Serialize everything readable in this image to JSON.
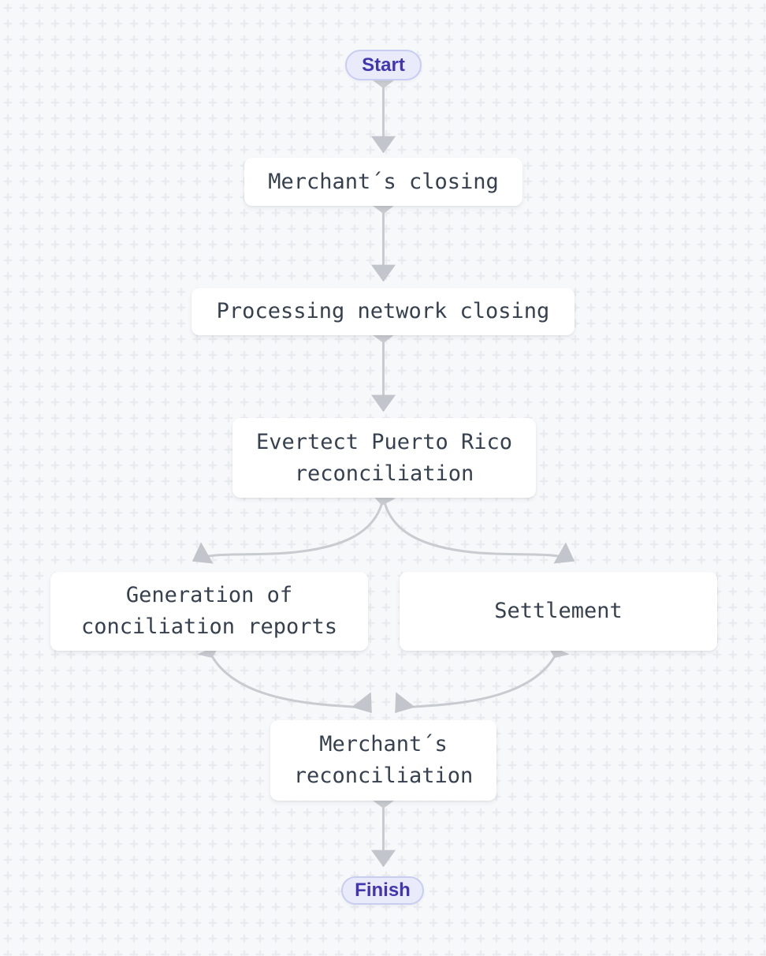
{
  "diagram": {
    "type": "flowchart",
    "direction": "top-down",
    "nodes": {
      "start": {
        "label": "Start",
        "shape": "pill"
      },
      "merchant_closing": {
        "label": "Merchant´s closing",
        "shape": "box"
      },
      "processing_network_closing": {
        "label": "Processing network closing",
        "shape": "box"
      },
      "evertect_reconciliation": {
        "label": "Evertect Puerto Rico reconciliation",
        "shape": "box"
      },
      "generation_reports": {
        "label": "Generation of conciliation reports",
        "shape": "box"
      },
      "settlement": {
        "label": "Settlement",
        "shape": "box"
      },
      "merchant_reconciliation": {
        "label": "Merchant´s reconciliation",
        "shape": "box"
      },
      "finish": {
        "label": "Finish",
        "shape": "pill"
      }
    },
    "edges": [
      {
        "from": "start",
        "to": "merchant_closing"
      },
      {
        "from": "merchant_closing",
        "to": "processing_network_closing"
      },
      {
        "from": "processing_network_closing",
        "to": "evertect_reconciliation"
      },
      {
        "from": "evertect_reconciliation",
        "to": "generation_reports"
      },
      {
        "from": "evertect_reconciliation",
        "to": "settlement"
      },
      {
        "from": "generation_reports",
        "to": "merchant_reconciliation"
      },
      {
        "from": "settlement",
        "to": "merchant_reconciliation"
      },
      {
        "from": "merchant_reconciliation",
        "to": "finish"
      }
    ],
    "colors": {
      "background": "#f7f8fa",
      "dot_pattern": "#e9ebef",
      "node_background": "#ffffff",
      "node_text": "#36404e",
      "pill_background": "#e9ebfa",
      "pill_border": "#c9cdf2",
      "pill_text": "#4236b0",
      "edge_line": "#c8cbd0",
      "edge_arrowhead": "#c2c5cb"
    }
  }
}
